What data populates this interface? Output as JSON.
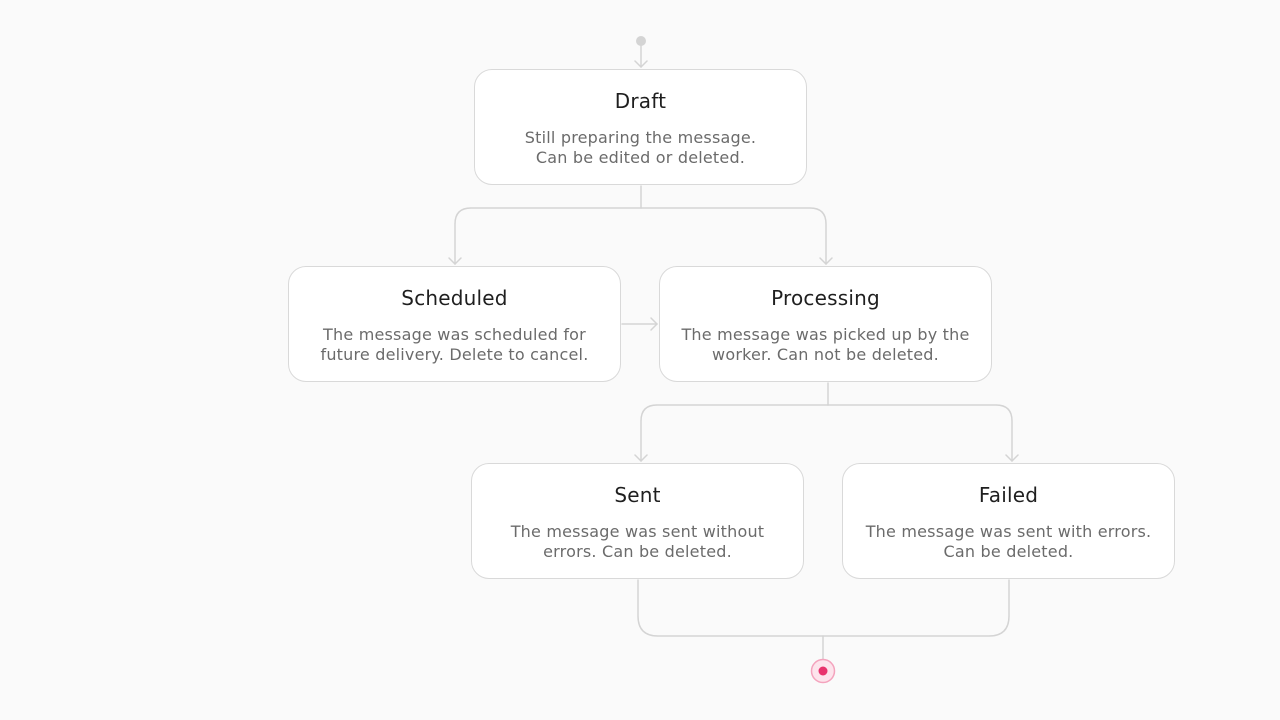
{
  "colors": {
    "background": "#fafafa",
    "card_border": "#d9d9d9",
    "connector": "#d4d4d4",
    "title_text": "#1f1f1f",
    "description_text": "#6b6b6b",
    "end_marker": "#e8336d"
  },
  "states": {
    "draft": {
      "title": "Draft",
      "description": [
        "Still preparing the message.",
        "Can be edited or deleted."
      ]
    },
    "scheduled": {
      "title": "Scheduled",
      "description": [
        "The message was scheduled for",
        "future delivery. Delete to cancel."
      ]
    },
    "processing": {
      "title": "Processing",
      "description": [
        "The message was picked up by the",
        "worker. Can not be deleted."
      ]
    },
    "sent": {
      "title": "Sent",
      "description": [
        "The message was sent without",
        "errors. Can be deleted."
      ]
    },
    "failed": {
      "title": "Failed",
      "description": [
        "The message was sent with errors.",
        "Can be deleted."
      ]
    }
  }
}
